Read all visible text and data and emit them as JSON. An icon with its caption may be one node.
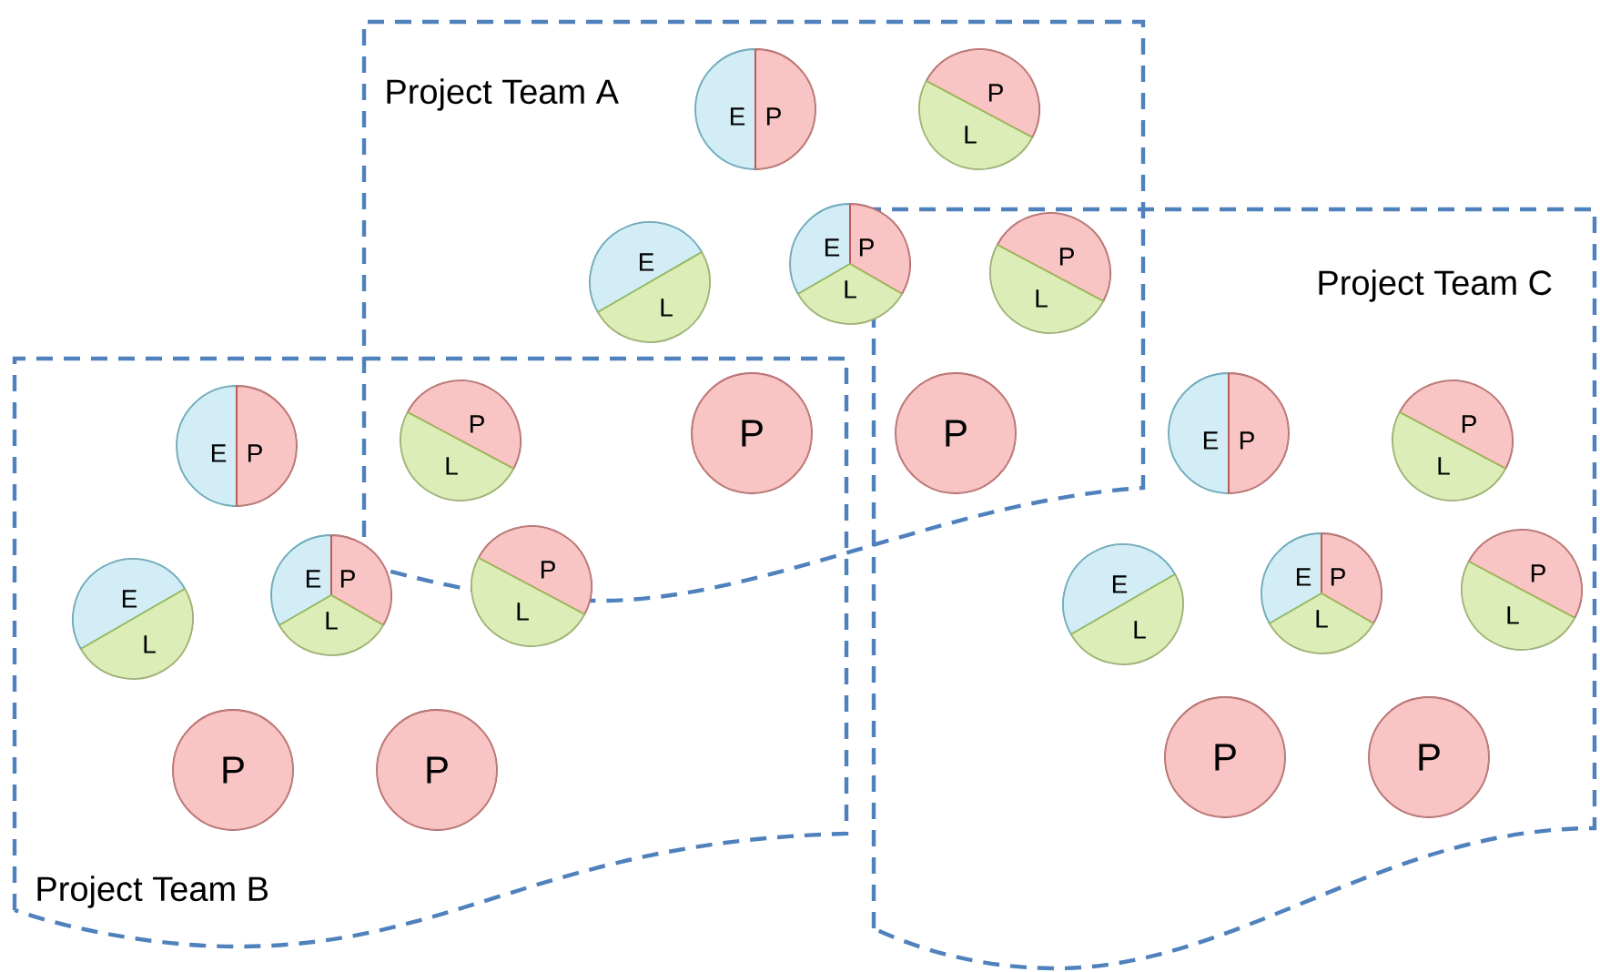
{
  "diagram": {
    "nodes": [
      {
        "text": [
          "Project Team A"
        ]
      },
      {
        "text": [
          "Project Team B"
        ]
      },
      {
        "text": [
          "Project Team C"
        ]
      },
      {
        "text": [
          "E",
          "P"
        ],
        "in": 0
      },
      {
        "text": [
          "P",
          "L"
        ],
        "in": 0
      },
      {
        "text": [
          "E",
          "L"
        ],
        "in": 0
      },
      {
        "text": [
          "E",
          "P",
          "L"
        ],
        "in": 0
      },
      {
        "text": [
          "P",
          "L"
        ]
      },
      {
        "text": [
          "P",
          "L"
        ]
      },
      {
        "text": [
          "P"
        ]
      },
      {
        "text": [
          "P"
        ]
      },
      {
        "text": [
          "E",
          "P"
        ],
        "in": 1
      },
      {
        "text": [
          "E",
          "L"
        ],
        "in": 1
      },
      {
        "text": [
          "E",
          "P",
          "L"
        ],
        "in": 1
      },
      {
        "text": [
          "P",
          "L"
        ],
        "in": 1
      },
      {
        "text": [
          "P"
        ],
        "in": 1
      },
      {
        "text": [
          "P"
        ],
        "in": 1
      },
      {
        "text": [
          "E",
          "P"
        ],
        "in": 2
      },
      {
        "text": [
          "P",
          "L"
        ],
        "in": 2
      },
      {
        "text": [
          "E",
          "L"
        ],
        "in": 2
      },
      {
        "text": [
          "E",
          "P",
          "L"
        ],
        "in": 2
      },
      {
        "text": [
          "P",
          "L"
        ],
        "in": 2
      },
      {
        "text": [
          "P"
        ],
        "in": 2
      },
      {
        "text": [
          "P"
        ],
        "in": 2
      }
    ]
  }
}
